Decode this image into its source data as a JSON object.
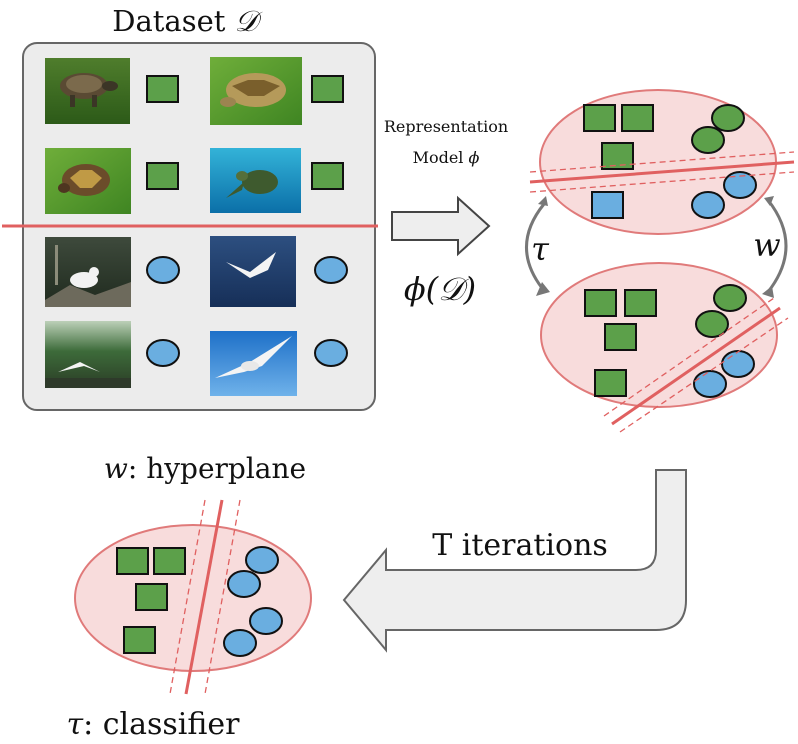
{
  "dataset": {
    "title": "Dataset",
    "title_symbol": "𝒟",
    "images": [
      {
        "name": "turtle-on-moss",
        "class": "square"
      },
      {
        "name": "tortoise-on-grass",
        "class": "square"
      },
      {
        "name": "box-turtle-in-grass",
        "class": "square"
      },
      {
        "name": "sea-turtle-underwater",
        "class": "square"
      },
      {
        "name": "gull-on-rocks",
        "class": "circle"
      },
      {
        "name": "gull-over-water",
        "class": "circle"
      },
      {
        "name": "gull-over-mangroves",
        "class": "circle"
      },
      {
        "name": "gull-in-blue-sky",
        "class": "circle"
      }
    ]
  },
  "representation": {
    "line1": "Representation",
    "line2": "Model",
    "symbol": "ϕ",
    "output_label": "ϕ(𝒟)"
  },
  "loop": {
    "left_symbol": "τ",
    "right_symbol": "w"
  },
  "bottom": {
    "hyperplane_symbol": "w",
    "hyperplane_text": ": hyperplane",
    "iterations_label": "T iterations",
    "classifier_symbol": "τ",
    "classifier_text": ": classifier"
  },
  "colors": {
    "square": "#5ca04a",
    "circle": "#6aaee0",
    "ellipse_fill": "#f8dcdc",
    "ellipse_stroke": "#e07a7a",
    "hyperplane": "#e06060",
    "panel_fill": "#ececec",
    "arrow_fill": "#eeeeee"
  }
}
